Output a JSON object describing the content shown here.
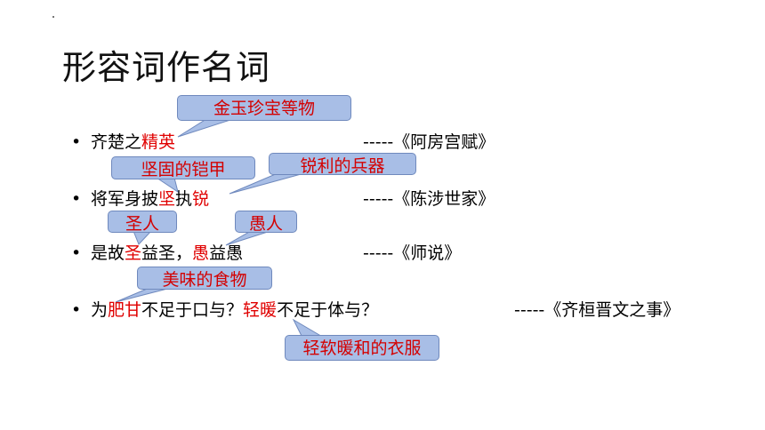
{
  "title": "形容词作名词",
  "colors": {
    "highlight": "#e00000",
    "callout_fill": "#a8bee6",
    "callout_border": "#6f89bd"
  },
  "lines": [
    {
      "bullet": "•",
      "parts": [
        "齐楚之",
        "精英"
      ],
      "source": "-----《阿房宫赋》"
    },
    {
      "bullet": "•",
      "parts": [
        "将军身披",
        "坚",
        "执",
        "锐"
      ],
      "source": "-----《陈涉世家》"
    },
    {
      "bullet": "•",
      "parts": [
        "是故",
        "圣",
        "益圣，",
        "愚",
        "益愚"
      ],
      "source": "-----《师说》"
    },
    {
      "bullet": "•",
      "parts": [
        "为",
        "肥甘",
        "不足于口与？",
        "轻暖",
        "不足于体与？"
      ],
      "source": "-----《齐桓晋文之事》"
    }
  ],
  "callouts": {
    "jingying": "金玉珍宝等物",
    "jian": "坚固的铠甲",
    "rui": "锐利的兵器",
    "sheng": "圣人",
    "yu": "愚人",
    "feigan": "美味的食物",
    "qingnuan": "轻软暖和的衣服"
  }
}
